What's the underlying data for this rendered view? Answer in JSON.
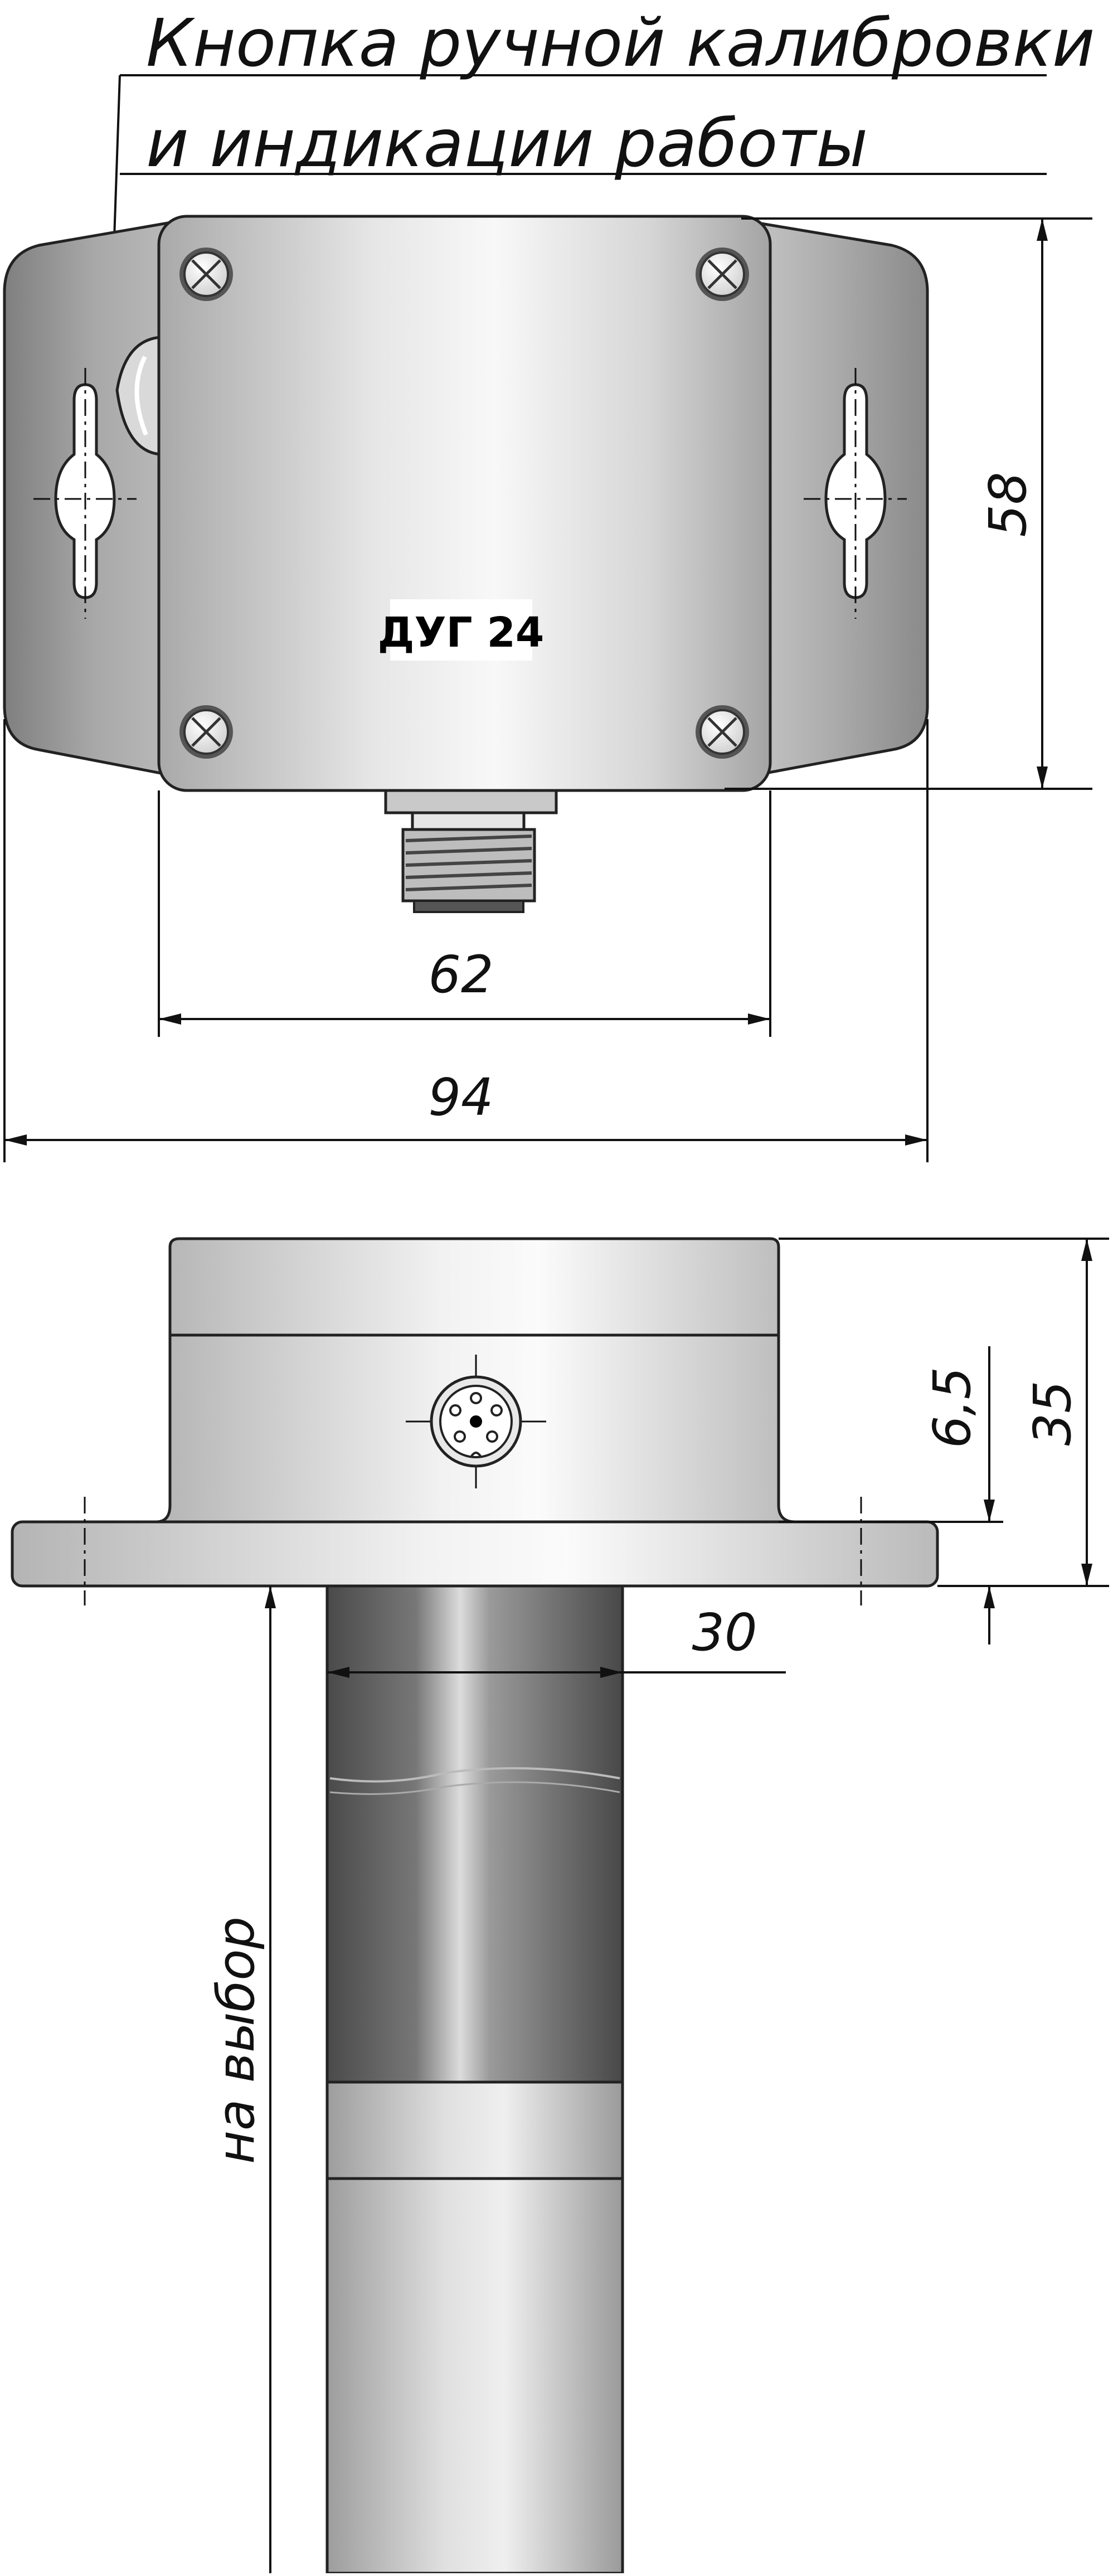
{
  "callout": {
    "line1": "Кнопка ручной калибровки",
    "line2": "и индикации работы"
  },
  "device_label": "ДУГ 24",
  "dimensions": {
    "height_front": "58",
    "body_width": "62",
    "total_width": "94",
    "flange_thickness": "6,5",
    "height_side": "35",
    "probe_diameter": "30",
    "probe_length": "на выбор"
  },
  "icons": [
    "screw-icon",
    "mounting-slot-icon",
    "connector-pin-icon"
  ],
  "colors": {
    "metal_light": "#f4f4f4",
    "metal_mid": "#c4c4c4",
    "metal_dark": "#8e8e8e",
    "line": "#111111"
  }
}
